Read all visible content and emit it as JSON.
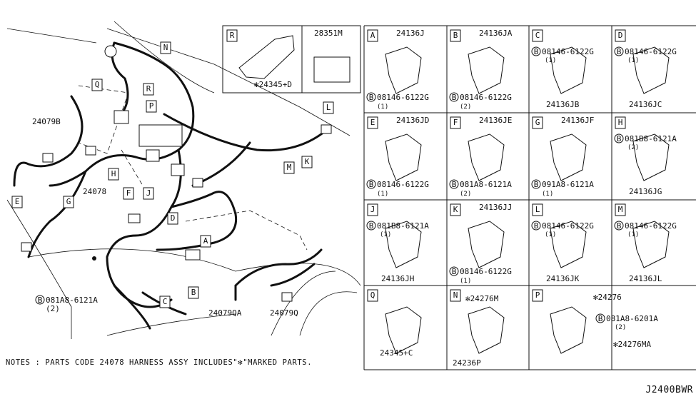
{
  "main_labels": {
    "p24079B": "24079B",
    "p24078": "24078",
    "p24079QA": "24079QA",
    "p24079Q": "24079Q",
    "bolt_main": "081A8-6121A",
    "bolt_main_q": "(2)"
  },
  "main_boxes": {
    "N": "N",
    "Q": "Q",
    "R": "R",
    "P": "P",
    "H": "H",
    "F": "F",
    "J": "J",
    "D": "D",
    "E": "E",
    "G": "G",
    "A": "A",
    "B": "B",
    "C": "C",
    "L": "L",
    "M": "M",
    "K": "K"
  },
  "bolt_prefix": "B",
  "panels": {
    "R": {
      "box": "R",
      "part": "✻24345+D"
    },
    "R2": {
      "part": "28351M"
    },
    "A": {
      "box": "A",
      "part": "24136J",
      "bolt": "08146-6122G",
      "qty": "(1)"
    },
    "B": {
      "box": "B",
      "part": "24136JA",
      "bolt": "08146-6122G",
      "qty": "(2)"
    },
    "C": {
      "box": "C",
      "part": "24136JB",
      "bolt": "08146-6122G",
      "qty": "(1)"
    },
    "D": {
      "box": "D",
      "part": "24136JC",
      "bolt": "08146-6122G",
      "qty": "(1)"
    },
    "E": {
      "box": "E",
      "part": "24136JD",
      "bolt": "08146-6122G",
      "qty": "(1)"
    },
    "F": {
      "box": "F",
      "part": "24136JE",
      "bolt": "081A8-6121A",
      "qty": "(2)"
    },
    "G": {
      "box": "G",
      "part": "24136JF",
      "bolt": "091A8-6121A",
      "qty": "(1)"
    },
    "H": {
      "box": "H",
      "part": "24136JG",
      "bolt": "081B8-6121A",
      "qty": "(2)"
    },
    "J": {
      "box": "J",
      "part": "24136JH",
      "bolt": "081B8-6121A",
      "qty": "(1)"
    },
    "K": {
      "box": "K",
      "part": "24136JJ",
      "bolt": "08146-6122G",
      "qty": "(1)"
    },
    "L": {
      "box": "L",
      "part": "24136JK",
      "bolt": "08146-6122G",
      "qty": "(1)"
    },
    "M": {
      "box": "M",
      "part": "24136JL",
      "bolt": "08146-6122G",
      "qty": "(1)"
    },
    "Q": {
      "box": "Q",
      "part": "24345+C"
    },
    "N": {
      "box": "N",
      "part": "✻24276M",
      "part2": "24236P"
    },
    "P": {
      "box": "P",
      "part": "✻24276",
      "bolt": "081A8-6201A",
      "qty": "(2)",
      "part2": "✻24276MA"
    }
  },
  "notes": "NOTES : PARTS CODE 24078 HARNESS ASSY INCLUDES\"✻\"MARKED PARTS.",
  "diagram_code": "J2400BWR"
}
